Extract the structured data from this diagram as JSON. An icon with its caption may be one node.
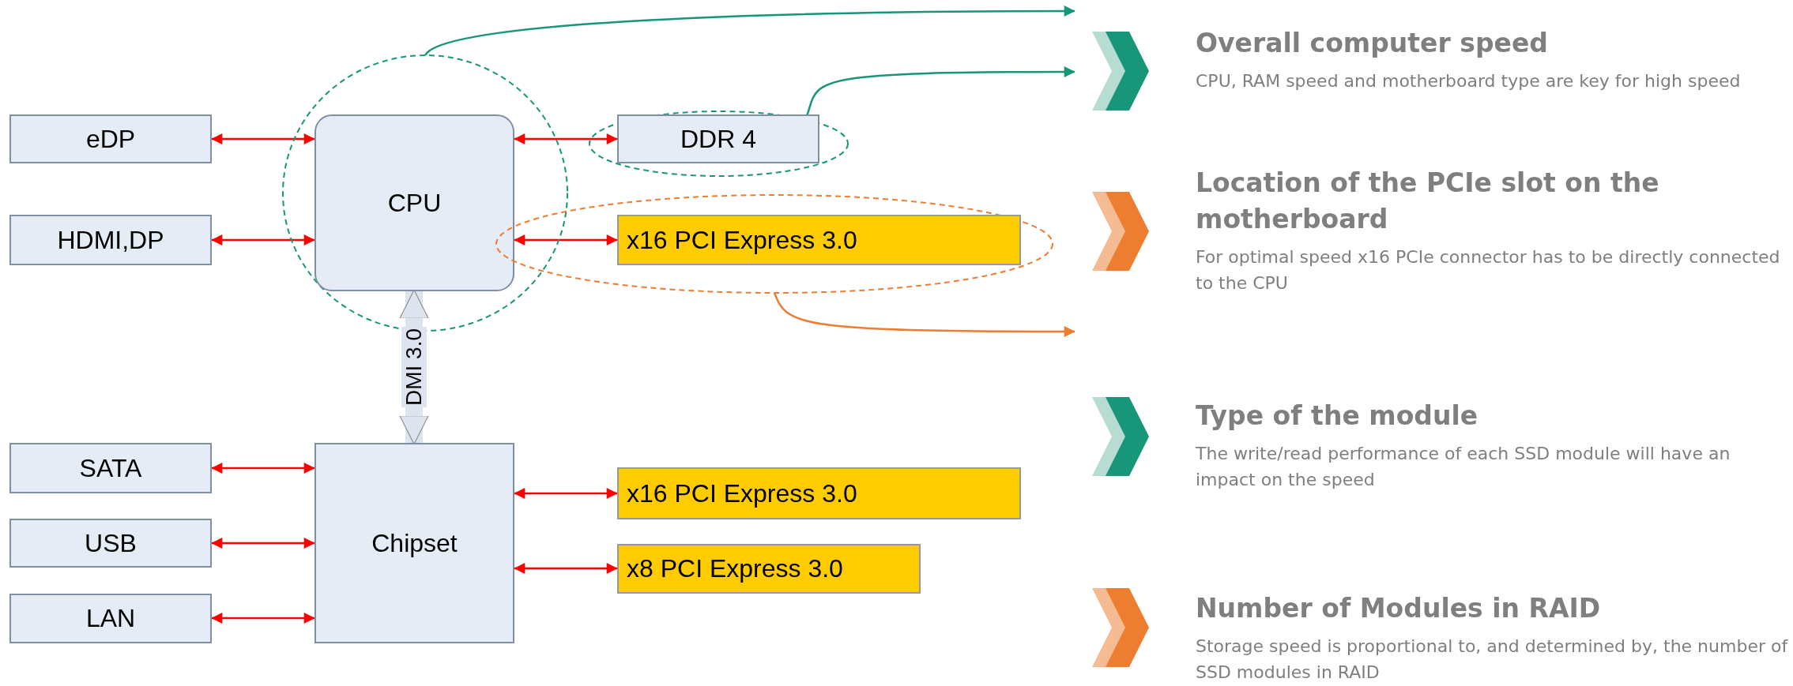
{
  "diagram": {
    "nodes": [
      {
        "text": [
          "eDP"
        ]
      },
      {
        "text": [
          "HDMI,DP"
        ]
      },
      {
        "text": [],
        "shape": "ellipse"
      },
      {
        "text": [
          "CPU"
        ],
        "in": 2
      },
      {
        "text": [],
        "shape": "ellipse"
      },
      {
        "text": [
          "DDR 4"
        ],
        "in": 4
      },
      {
        "text": [],
        "shape": "ellipse"
      },
      {
        "text": [
          "x16 PCI Express 3.0"
        ],
        "in": 6
      },
      {
        "text": [
          "SATA"
        ]
      },
      {
        "text": [
          "USB"
        ]
      },
      {
        "text": [
          "LAN"
        ]
      },
      {
        "text": [
          "Chipset"
        ]
      },
      {
        "text": [
          "x16 PCI Express 3.0"
        ]
      },
      {
        "text": [
          "x8 PCI Express 3.0"
        ]
      },
      {
        "text": [
          "Overall computer speed",
          "CPU, RAM speed and motherboard type are key for high speed"
        ]
      },
      {
        "text": [
          "Location of the PCIe slot on the motherboard",
          "For optimal speed x16 PCIe connector has to be directly connected to the CPU"
        ]
      },
      {
        "text": [
          "Type of the module",
          "The write/read performance of each SSD module will have an impact on the speed"
        ]
      },
      {
        "text": [
          "Number of Modules in RAID",
          "Storage speed is proportional to, and determined by, the number of SSD modules in RAID"
        ]
      }
    ],
    "edges": [
      {
        "from": 0,
        "to": 3,
        "arrow": "both"
      },
      {
        "from": 1,
        "to": 3,
        "arrow": "both"
      },
      {
        "from": 3,
        "to": 5,
        "arrow": "both"
      },
      {
        "from": 3,
        "to": 7,
        "arrow": "both"
      },
      {
        "from": 3,
        "to": 11,
        "arrow": "both",
        "label": "DMI 3.0",
        "style": "thick",
        "color": "#dde3ef"
      },
      {
        "from": 8,
        "to": 11,
        "arrow": "both"
      },
      {
        "from": 9,
        "to": 11,
        "arrow": "both"
      },
      {
        "from": 10,
        "to": 11,
        "arrow": "both"
      },
      {
        "from": 11,
        "to": 12,
        "arrow": "both"
      },
      {
        "from": 11,
        "to": 13,
        "arrow": "both"
      },
      {
        "from": 2,
        "to": 14,
        "arrow": "to",
        "color": "#17967a"
      },
      {
        "from": 4,
        "to": 14,
        "arrow": "to",
        "color": "#17967a"
      },
      {
        "from": 6,
        "to": 15,
        "arrow": "to",
        "color": "#ed7d31"
      }
    ]
  }
}
